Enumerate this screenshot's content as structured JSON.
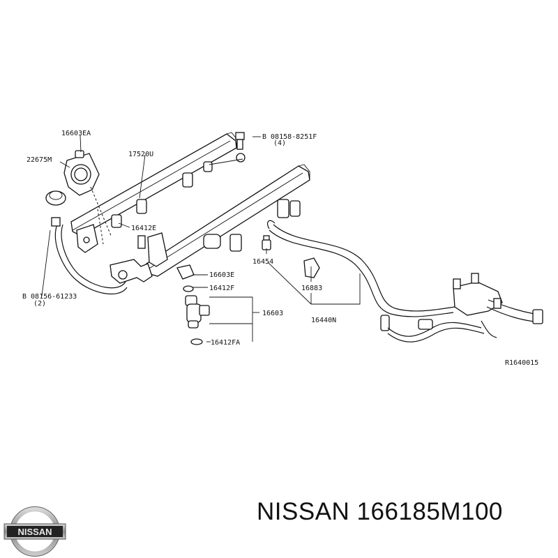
{
  "brand": {
    "name": "NISSAN",
    "part_number": "166185M100",
    "logo_text": "NISSAN"
  },
  "diagram": {
    "ref_code": "R1640015",
    "labels": {
      "p16603ea": "16603EA",
      "p22675m": "22675M",
      "p17520u": "17520U",
      "p08158": "B 08158-8251F",
      "p08158_qty": "(4)",
      "p16412e": "16412E",
      "p16454": "16454",
      "p16883": "16883",
      "p16603e": "16603E",
      "p16412f": "16412F",
      "p16603": "16603",
      "p16412fa": "16412FA",
      "p16440n": "16440N",
      "p08156": "B 08156-61233",
      "p08156_qty": "(2)"
    }
  }
}
